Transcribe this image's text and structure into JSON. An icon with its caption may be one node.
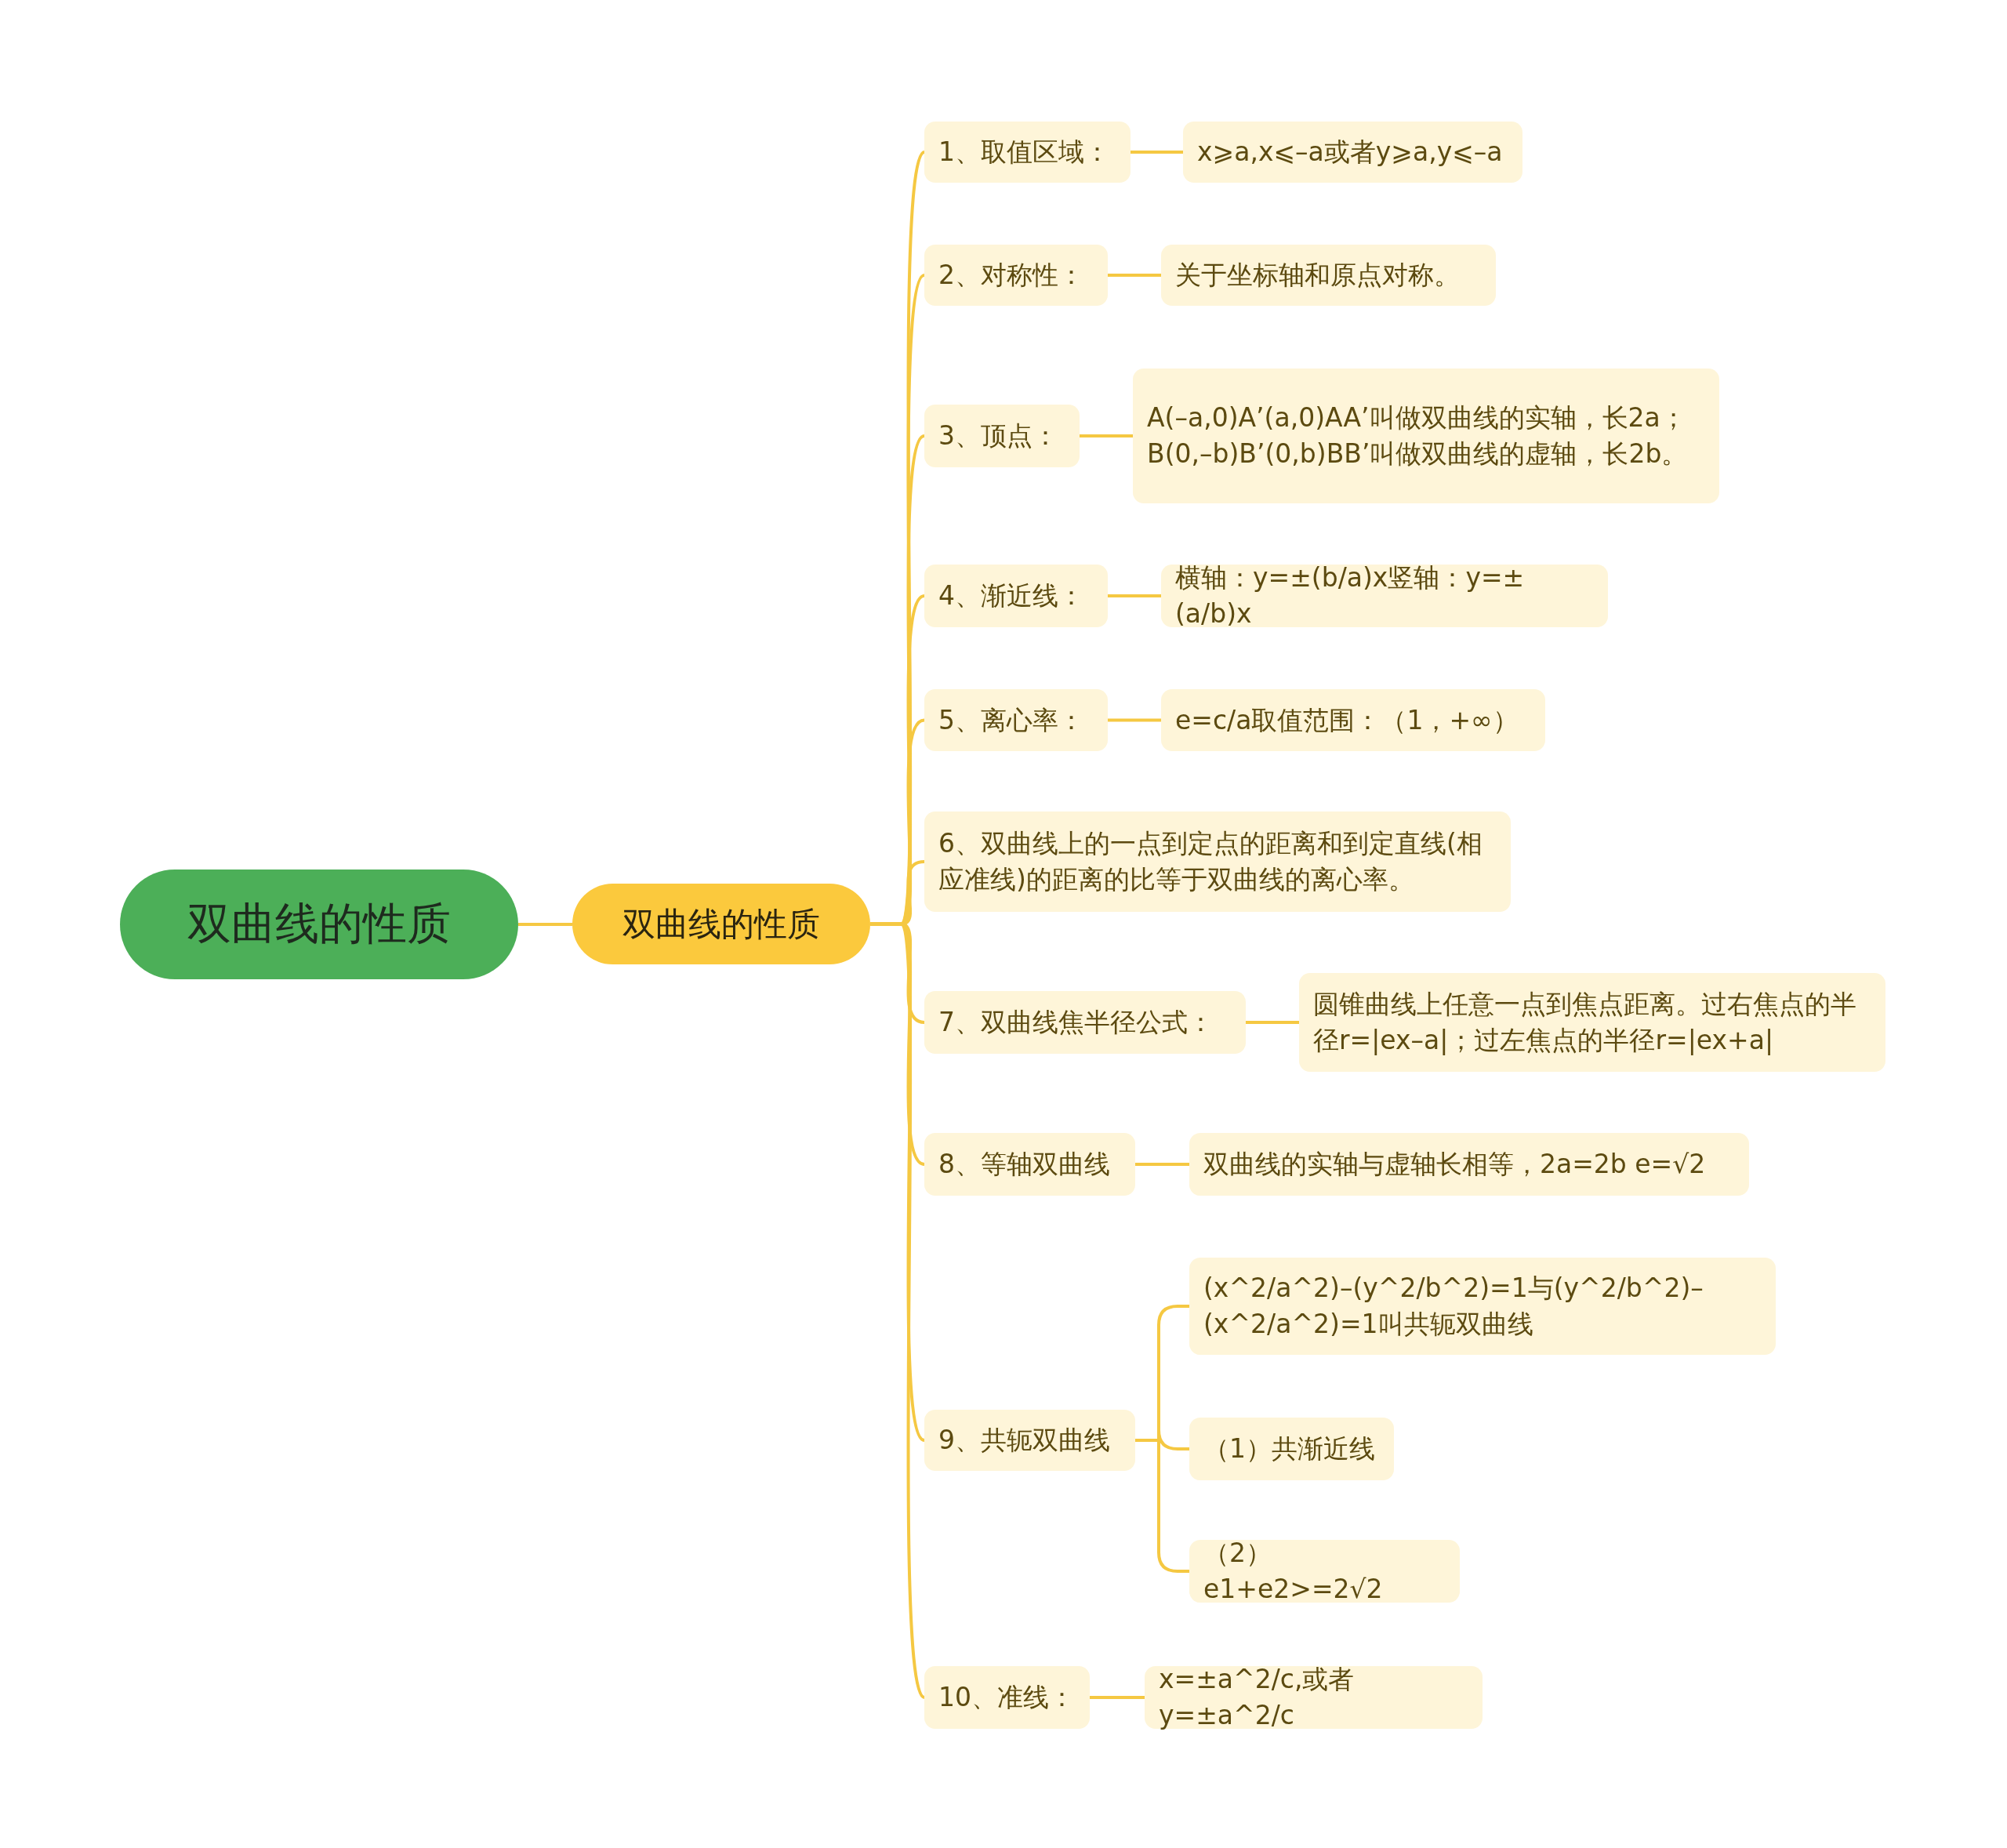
{
  "diagram": {
    "nodes": [
      {
        "text": [
          "双曲线的性质"
        ]
      },
      {
        "text": [
          "双曲线的性质"
        ]
      },
      {
        "text": [
          "1、取值区域："
        ]
      },
      {
        "text": [
          "x⩾a,x⩽–a或者y⩾a,y⩽–a"
        ]
      },
      {
        "text": [
          "2、对称性："
        ]
      },
      {
        "text": [
          "关于坐标轴和原点对称。"
        ]
      },
      {
        "text": [
          "3、顶点："
        ]
      },
      {
        "text": [
          "A(–a,0)A’(a,0)AA’叫做双曲线的实轴，长2a；B(0,–b)B’(0,b)BB’叫做双曲线的虚轴，长2b。"
        ]
      },
      {
        "text": [
          "4、渐近线："
        ]
      },
      {
        "text": [
          "横轴：y=±(b/a)x竖轴：y=±(a/b)x"
        ]
      },
      {
        "text": [
          "5、离心率："
        ]
      },
      {
        "text": [
          "e=c/a取值范围：（1，+∞）"
        ]
      },
      {
        "text": [
          "6、双曲线上的一点到定点的距离和到定直线(相应准线)的距离的比等于双曲线的离心率。"
        ]
      },
      {
        "text": [
          "7、双曲线焦半径公式："
        ]
      },
      {
        "text": [
          "圆锥曲线上任意一点到焦点距离。过右焦点的半径r=|ex–a|；过左焦点的半径r=|ex+a|"
        ]
      },
      {
        "text": [
          "8、等轴双曲线"
        ]
      },
      {
        "text": [
          "双曲线的实轴与虚轴长相等，2a=2b e=√2"
        ]
      },
      {
        "text": [
          "9、共轭双曲线"
        ]
      },
      {
        "text": [
          "(x^2/a^2)–(y^2/b^2)=1与(y^2/b^2)–(x^2/a^2)=1叫共轭双曲线"
        ]
      },
      {
        "text": [
          "（1）共渐近线"
        ]
      },
      {
        "text": [
          "（2）e1+e2>=2√2"
        ]
      },
      {
        "text": [
          "10、准线："
        ]
      },
      {
        "text": [
          "x=±a^2/c,或者y=±a^2/c"
        ]
      }
    ],
    "edges": [
      {
        "from": 0,
        "to": 1,
        "arrow": "none"
      },
      {
        "from": 1,
        "to": 2,
        "arrow": "none"
      },
      {
        "from": 2,
        "to": 3,
        "arrow": "none"
      },
      {
        "from": 1,
        "to": 4,
        "arrow": "none"
      },
      {
        "from": 4,
        "to": 5,
        "arrow": "none"
      },
      {
        "from": 1,
        "to": 6,
        "arrow": "none"
      },
      {
        "from": 6,
        "to": 7,
        "arrow": "none"
      },
      {
        "from": 1,
        "to": 8,
        "arrow": "none"
      },
      {
        "from": 8,
        "to": 9,
        "arrow": "none"
      },
      {
        "from": 1,
        "to": 10,
        "arrow": "none"
      },
      {
        "from": 10,
        "to": 11,
        "arrow": "none"
      },
      {
        "from": 1,
        "to": 12,
        "arrow": "none"
      },
      {
        "from": 1,
        "to": 13,
        "arrow": "none"
      },
      {
        "from": 13,
        "to": 14,
        "arrow": "none"
      },
      {
        "from": 1,
        "to": 15,
        "arrow": "none"
      },
      {
        "from": 15,
        "to": 16,
        "arrow": "none"
      },
      {
        "from": 1,
        "to": 17,
        "arrow": "none"
      },
      {
        "from": 17,
        "to": 18,
        "arrow": "none"
      },
      {
        "from": 17,
        "to": 19,
        "arrow": "none"
      },
      {
        "from": 17,
        "to": 20,
        "arrow": "none"
      },
      {
        "from": 1,
        "to": 21,
        "arrow": "none"
      },
      {
        "from": 21,
        "to": 22,
        "arrow": "none"
      }
    ]
  }
}
